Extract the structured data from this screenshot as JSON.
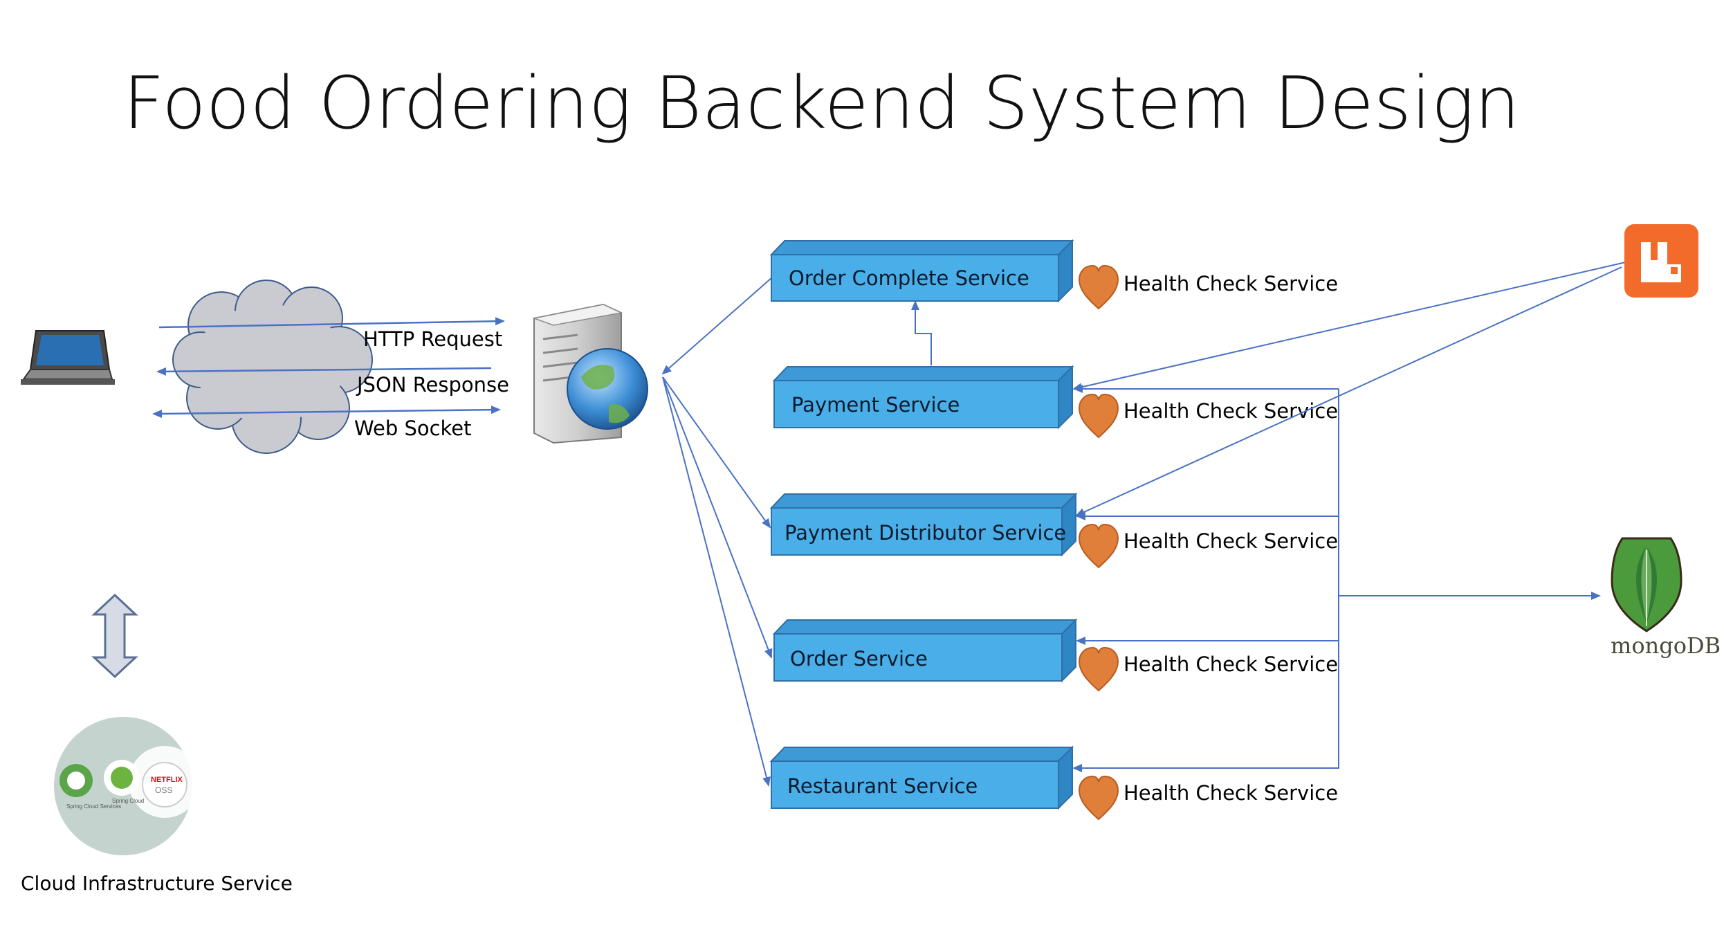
{
  "title": "Food Ordering Backend System Design",
  "network": {
    "labels": [
      "HTTP Request",
      "JSON Response",
      "Web Socket"
    ]
  },
  "services": [
    "Order Complete Service",
    "Payment Service",
    "Payment Distributor Service",
    "Order Service",
    "Restaurant Service"
  ],
  "health_check_label": "Health Check Service",
  "cloud_infra": {
    "label": "Cloud Infrastructure Service",
    "logo_texts": [
      "Spring Cloud Services",
      "Spring Cloud",
      "NETFLIX",
      "OSS"
    ]
  },
  "mongodb": {
    "label": "mongoDB"
  },
  "colors": {
    "service_fill": "#4aaee8",
    "service_top": "#3d9ad6",
    "service_stroke": "#2f6fa8",
    "arrow": "#4a72c4",
    "heart": "#e07f3a",
    "rabbitmq": "#f26b2a",
    "mongo_green": "#4b9a3c"
  },
  "icons": [
    "laptop-icon",
    "cloud-icon",
    "web-server-icon",
    "heart-icon",
    "rabbitmq-icon",
    "mongodb-leaf-icon",
    "double-arrow-icon"
  ]
}
